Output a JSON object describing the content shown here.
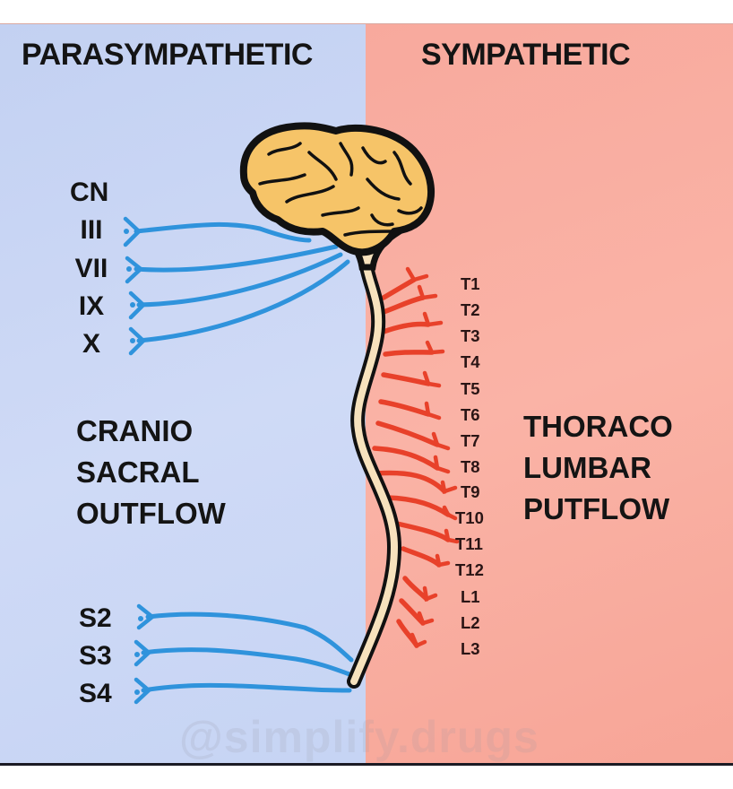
{
  "headings": {
    "left": "PARASYMPATHETIC",
    "right": "SYMPATHETIC"
  },
  "cranial": {
    "title": "CN",
    "nerves": [
      "III",
      "VII",
      "IX",
      "X"
    ]
  },
  "outflow_left": [
    "CRANIO",
    "SACRAL",
    "OUTFLOW"
  ],
  "outflow_right": [
    "THORACO",
    "LUMBAR",
    "PUTFLOW"
  ],
  "spinal_levels": [
    "T1",
    "T2",
    "T3",
    "T4",
    "T5",
    "T6",
    "T7",
    "T8",
    "T9",
    "T10",
    "T11",
    "T12",
    "L1",
    "L2",
    "L3"
  ],
  "sacral": [
    "S2",
    "S3",
    "S4"
  ],
  "watermark": "@simplify.drugs",
  "colors": {
    "parasympathetic_bg": "#c9d6f5",
    "sympathetic_bg": "#f9ab9e",
    "parasympathetic_nerve": "#2f93dc",
    "sympathetic_nerve": "#e8412a",
    "brain_fill": "#f6c468",
    "spinal_cord_fill": "#f7e2bd",
    "outline": "#111111"
  }
}
